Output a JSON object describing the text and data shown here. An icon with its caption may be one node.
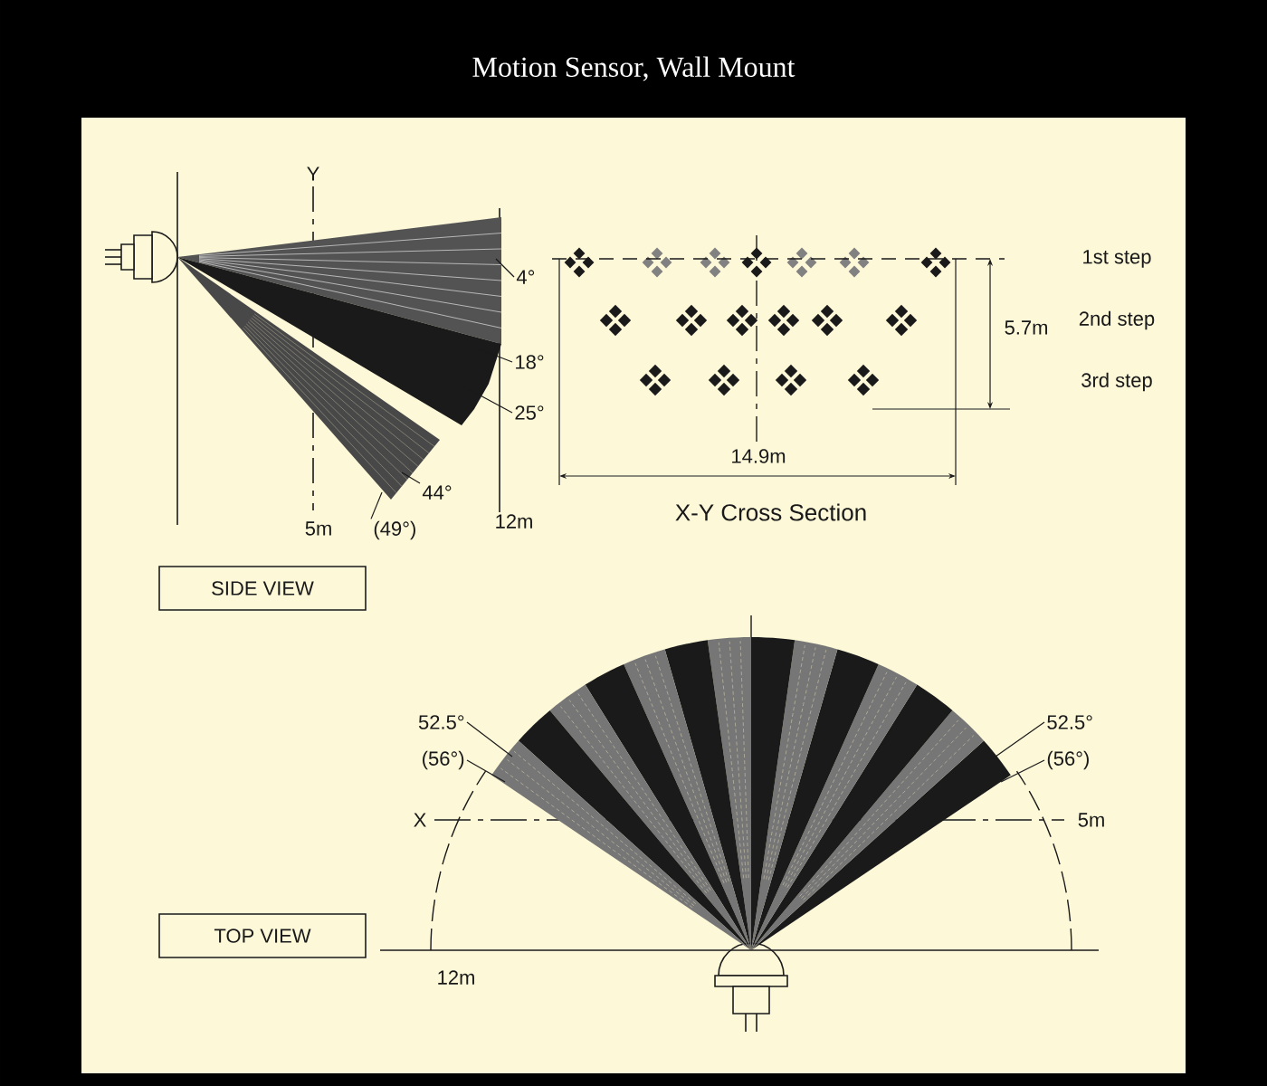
{
  "diagram": {
    "title": "Motion Sensor, Wall Mount",
    "nodes": [
      {
        "text": [
          "SIDE VIEW"
        ]
      },
      {
        "text": [
          "TOP VIEW"
        ]
      },
      {
        "text": [
          "4°"
        ]
      },
      {
        "text": [
          "18°"
        ]
      },
      {
        "text": [
          "25°"
        ]
      },
      {
        "text": [
          "44°"
        ]
      },
      {
        "text": [
          "(49°)"
        ]
      },
      {
        "text": [
          "52.5°"
        ]
      },
      {
        "text": [
          "(56°)"
        ]
      },
      {
        "text": [
          "52.5°"
        ]
      },
      {
        "text": [
          "(56°)"
        ]
      },
      {
        "text": [],
        "shape": "wedge"
      },
      {
        "text": [],
        "shape": "wedge"
      },
      {
        "text": [],
        "shape": "wedge"
      },
      {
        "text": [],
        "shape": "wedge"
      }
    ],
    "edges": [
      {
        "from": 2,
        "to": 11,
        "arrow": "none"
      },
      {
        "from": 3,
        "to": 12,
        "arrow": "none"
      },
      {
        "from": 4,
        "to": 12,
        "arrow": "none"
      },
      {
        "from": 5,
        "to": 13,
        "arrow": "none"
      },
      {
        "from": 6,
        "to": 13,
        "arrow": "none"
      },
      {
        "from": 7,
        "to": 14,
        "arrow": "none"
      },
      {
        "from": 8,
        "to": 14,
        "arrow": "none"
      },
      {
        "from": 9,
        "to": 14,
        "arrow": "none"
      },
      {
        "from": 10,
        "to": 14,
        "arrow": "none"
      }
    ],
    "labels": [
      "Y",
      "1st step",
      "5.7m",
      "2nd step",
      "3rd step",
      "14.9m",
      "5m",
      "12m",
      "X-Y Cross Section",
      "X",
      "5m",
      "12m"
    ]
  }
}
